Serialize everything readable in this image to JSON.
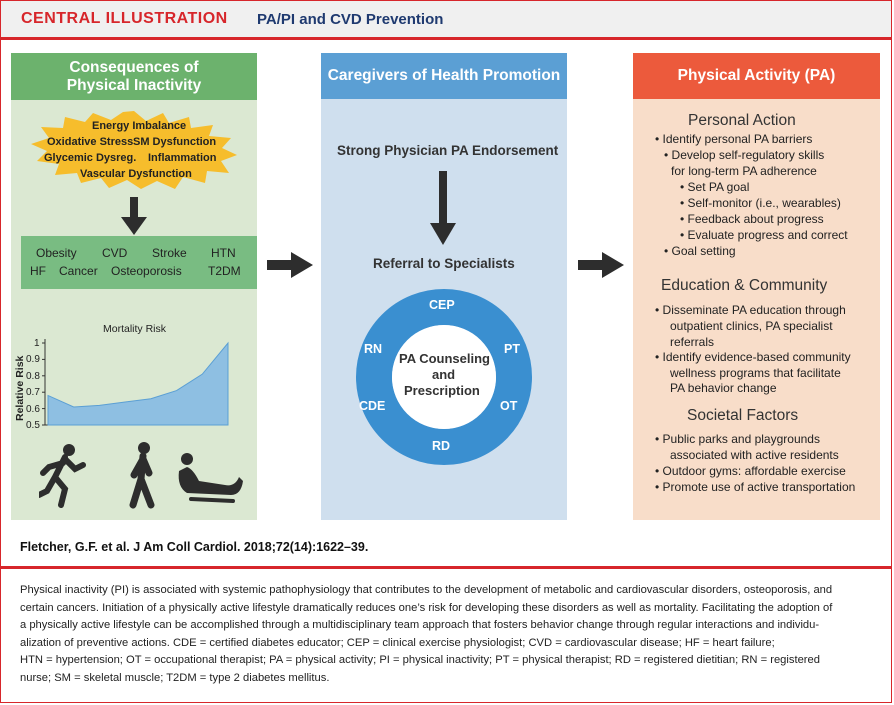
{
  "header": {
    "label": "CENTRAL ILLUSTRATION",
    "title": "PA/PI and CVD Prevention"
  },
  "left": {
    "title_line1": "Consequences of",
    "title_line2": "Physical Inactivity",
    "starburst": [
      "Energy Imbalance",
      "Oxidative Stress",
      "SM Dysfunction",
      "Glycemic Dysreg.",
      "Inflammation",
      "Vascular Dysfunction"
    ],
    "diseases": [
      "Obesity",
      "CVD",
      "Stroke",
      "HTN",
      "HF",
      "Cancer",
      "Osteoporosis",
      "T2DM"
    ],
    "chart_title": "Mortality Risk",
    "ylabel": "Relative Risk",
    "yticks": [
      "1",
      "0.9",
      "0.8",
      "0.7",
      "0.6",
      "0.5"
    ]
  },
  "chart_data": {
    "type": "area",
    "title": "Mortality Risk",
    "ylabel": "Relative Risk",
    "xlabel": "",
    "ylim": [
      0.5,
      1.0
    ],
    "x": [
      0,
      1,
      2,
      3,
      4,
      5,
      6,
      7
    ],
    "values": [
      0.68,
      0.61,
      0.62,
      0.64,
      0.66,
      0.71,
      0.81,
      1.0
    ]
  },
  "middle": {
    "title": "Caregivers of Health Promotion",
    "endorsement": "Strong Physician PA Endorsement",
    "referral": "Referral to Specialists",
    "ring_top": "CEP",
    "ring_left_top": "RN",
    "ring_right_top": "PT",
    "ring_left_bottom": "CDE",
    "ring_right_bottom": "OT",
    "ring_bottom": "RD",
    "center": [
      "PA Counseling",
      "and",
      "Prescription"
    ]
  },
  "right": {
    "title": "Physical Activity (PA)",
    "personal_heading": "Personal Action",
    "personal": [
      "• Identify personal PA barriers",
      "• Develop self-regulatory skills",
      "for long-term PA adherence",
      "• Set PA goal",
      "• Self-monitor (i.e., wearables)",
      "• Feedback about progress",
      "• Evaluate progress and correct",
      "• Goal setting"
    ],
    "education_heading": "Education & Community",
    "education": [
      "• Disseminate PA education through",
      "outpatient clinics, PA specialist",
      "referrals",
      "• Identify evidence-based community",
      "wellness programs that facilitate",
      "PA behavior change"
    ],
    "societal_heading": "Societal Factors",
    "societal": [
      "• Public parks and playgrounds",
      "associated with active residents",
      "• Outdoor gyms: affordable exercise",
      "• Promote use of active transportation"
    ]
  },
  "citation": "Fletcher, G.F. et al. J Am Coll Cardiol. 2018;72(14):1622–39.",
  "caption": [
    "Physical inactivity (PI) is associated with systemic pathophysiology that contributes to the development of metabolic and cardiovascular disorders, osteoporosis, and",
    "certain cancers. Initiation of a physically active lifestyle dramatically reduces one’s risk for developing these disorders as well as mortality. Facilitating the adoption of",
    "a physically active lifestyle can be accomplished through a multidisciplinary team approach that fosters behavior change through regular interactions and individu-",
    "alization of preventive actions. CDE = certified diabetes educator; CEP = clinical exercise physiologist; CVD = cardiovascular disease; HF = heart failure;",
    "HTN = hypertension; OT = occupational therapist; PA = physical activity; PI = physical inactivity; PT = physical therapist; RD = registered dietitian; RN = registered",
    "nurse; SM = skeletal muscle; T2DM = type 2 diabetes mellitus."
  ],
  "colors": {
    "brand_red": "#d7262b",
    "navy": "#1f3a70",
    "green_header": "#6cb26d",
    "blue_header": "#5b9fd4",
    "orange_header": "#ec5a3c",
    "ring_blue": "#3a8fd0",
    "area_fill": "#8ebfe2",
    "starburst": "#f6bd2c"
  },
  "icons": [
    "arrow-down-icon",
    "arrow-right-icon",
    "runner-icon",
    "walker-icon",
    "reclining-person-icon"
  ]
}
